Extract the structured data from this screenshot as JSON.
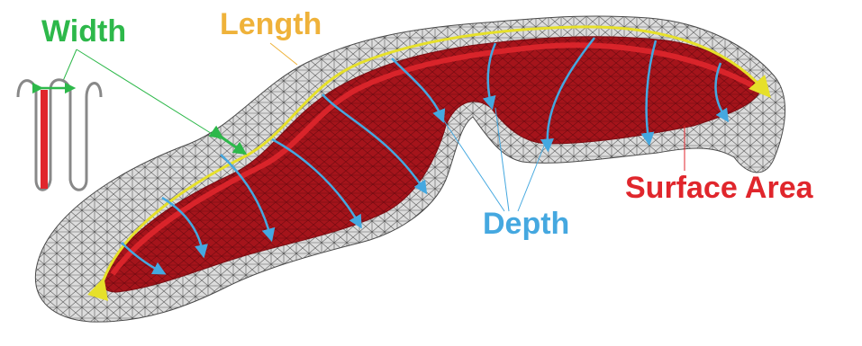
{
  "labels": {
    "width": "Width",
    "length": "Length",
    "surface_area": "Surface Area",
    "depth": "Depth"
  },
  "colors": {
    "width": "#2db84a",
    "length": "#efb23a",
    "length_arrow": "#e6e02a",
    "surface_area": "#e0262c",
    "depth": "#45a8e0",
    "sulcus_fill": "#a8141c",
    "mesh": "#555555"
  },
  "icons": {
    "width_schematic": "sulcus-cross-section-icon"
  }
}
